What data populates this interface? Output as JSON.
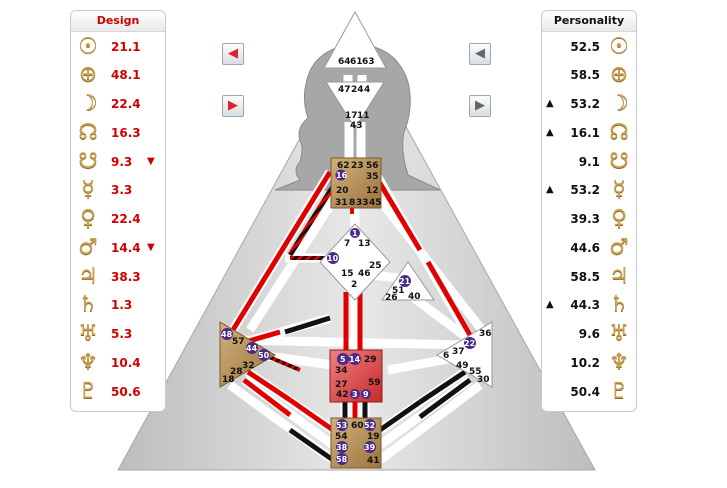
{
  "design": {
    "title": "Design",
    "rows": [
      {
        "icon": "sun-icon",
        "glyph": "☉",
        "value": "21.1",
        "marker": ""
      },
      {
        "icon": "earth-icon",
        "glyph": "⊕",
        "value": "48.1",
        "marker": ""
      },
      {
        "icon": "moon-icon",
        "glyph": "☽",
        "value": "22.4",
        "marker": ""
      },
      {
        "icon": "north-node-icon",
        "glyph": "☊",
        "value": "16.3",
        "marker": ""
      },
      {
        "icon": "south-node-icon",
        "glyph": "☋",
        "value": "9.3",
        "marker": "▼"
      },
      {
        "icon": "mercury-icon",
        "glyph": "☿",
        "value": "3.3",
        "marker": ""
      },
      {
        "icon": "venus-icon",
        "glyph": "♀",
        "value": "22.4",
        "marker": ""
      },
      {
        "icon": "mars-icon",
        "glyph": "♂",
        "value": "14.4",
        "marker": "▼"
      },
      {
        "icon": "jupiter-icon",
        "glyph": "♃",
        "value": "38.3",
        "marker": ""
      },
      {
        "icon": "saturn-icon",
        "glyph": "♄",
        "value": "1.3",
        "marker": ""
      },
      {
        "icon": "uranus-icon",
        "glyph": "♅",
        "value": "5.3",
        "marker": ""
      },
      {
        "icon": "neptune-icon",
        "glyph": "♆",
        "value": "10.4",
        "marker": ""
      },
      {
        "icon": "pluto-icon",
        "glyph": "♇",
        "value": "50.6",
        "marker": ""
      }
    ]
  },
  "personality": {
    "title": "Personality",
    "rows": [
      {
        "icon": "sun-icon",
        "glyph": "☉",
        "value": "52.5",
        "marker": ""
      },
      {
        "icon": "earth-icon",
        "glyph": "⊕",
        "value": "58.5",
        "marker": ""
      },
      {
        "icon": "moon-icon",
        "glyph": "☽",
        "value": "53.2",
        "marker": "▲"
      },
      {
        "icon": "north-node-icon",
        "glyph": "☊",
        "value": "16.1",
        "marker": "▲"
      },
      {
        "icon": "south-node-icon",
        "glyph": "☋",
        "value": "9.1",
        "marker": ""
      },
      {
        "icon": "mercury-icon",
        "glyph": "☿",
        "value": "53.2",
        "marker": "▲"
      },
      {
        "icon": "venus-icon",
        "glyph": "♀",
        "value": "39.3",
        "marker": ""
      },
      {
        "icon": "mars-icon",
        "glyph": "♂",
        "value": "44.6",
        "marker": ""
      },
      {
        "icon": "jupiter-icon",
        "glyph": "♃",
        "value": "58.5",
        "marker": ""
      },
      {
        "icon": "saturn-icon",
        "glyph": "♄",
        "value": "44.3",
        "marker": "▲"
      },
      {
        "icon": "uranus-icon",
        "glyph": "♅",
        "value": "9.6",
        "marker": ""
      },
      {
        "icon": "neptune-icon",
        "glyph": "♆",
        "value": "10.2",
        "marker": ""
      },
      {
        "icon": "pluto-icon",
        "glyph": "♇",
        "value": "50.4",
        "marker": ""
      }
    ]
  },
  "nav": {
    "design_prev": "◀",
    "design_next": "▶",
    "personality_prev": "◀",
    "personality_next": "▶"
  },
  "colors": {
    "design_red": "#d00000",
    "personality_black": "#111111",
    "center_gold": "#b8935a",
    "sacral_red": "#e04040",
    "gate_dot": "#4a2a8a",
    "body_gray": "#b0b0b0"
  },
  "centers": {
    "head": {
      "gates": [
        "64",
        "61",
        "63"
      ]
    },
    "ajna": {
      "gates": [
        "47",
        "24",
        "4",
        "17",
        "11",
        "43"
      ]
    },
    "throat": {
      "gates": [
        "62",
        "23",
        "56",
        "16",
        "35",
        "20",
        "12",
        "31",
        "8",
        "33",
        "45"
      ]
    },
    "g": {
      "gates": [
        "1",
        "7",
        "13",
        "10",
        "15",
        "46",
        "2",
        "25"
      ]
    },
    "ego": {
      "gates": [
        "21",
        "51",
        "26",
        "40"
      ]
    },
    "spleen": {
      "gates": [
        "48",
        "57",
        "44",
        "50",
        "32",
        "28",
        "18"
      ]
    },
    "sacral": {
      "gates": [
        "5",
        "14",
        "29",
        "34",
        "27",
        "59",
        "42",
        "3",
        "9"
      ]
    },
    "solar_plexus": {
      "gates": [
        "36",
        "22",
        "6",
        "37",
        "49",
        "55",
        "30"
      ]
    },
    "root": {
      "gates": [
        "53",
        "60",
        "52",
        "54",
        "19",
        "38",
        "39",
        "58",
        "41"
      ]
    }
  }
}
